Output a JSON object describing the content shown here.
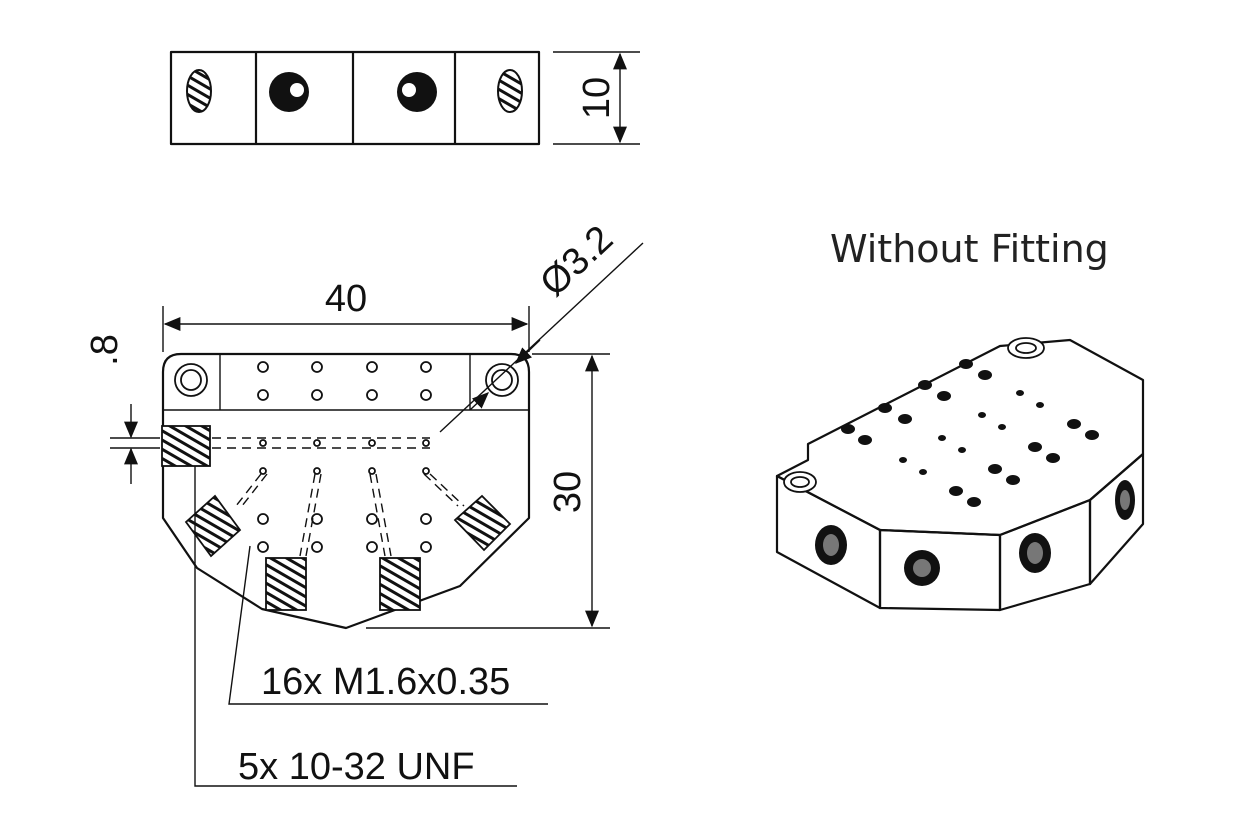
{
  "title": "Without Fitting",
  "dimensions": {
    "width": "40",
    "height": "30",
    "thickness": "10",
    "hole_diameter": "Ø3.2",
    "offset": ".8"
  },
  "callouts": {
    "small_threads": "16x M1.6x0.35",
    "large_threads": "5x 10-32 UNF"
  }
}
